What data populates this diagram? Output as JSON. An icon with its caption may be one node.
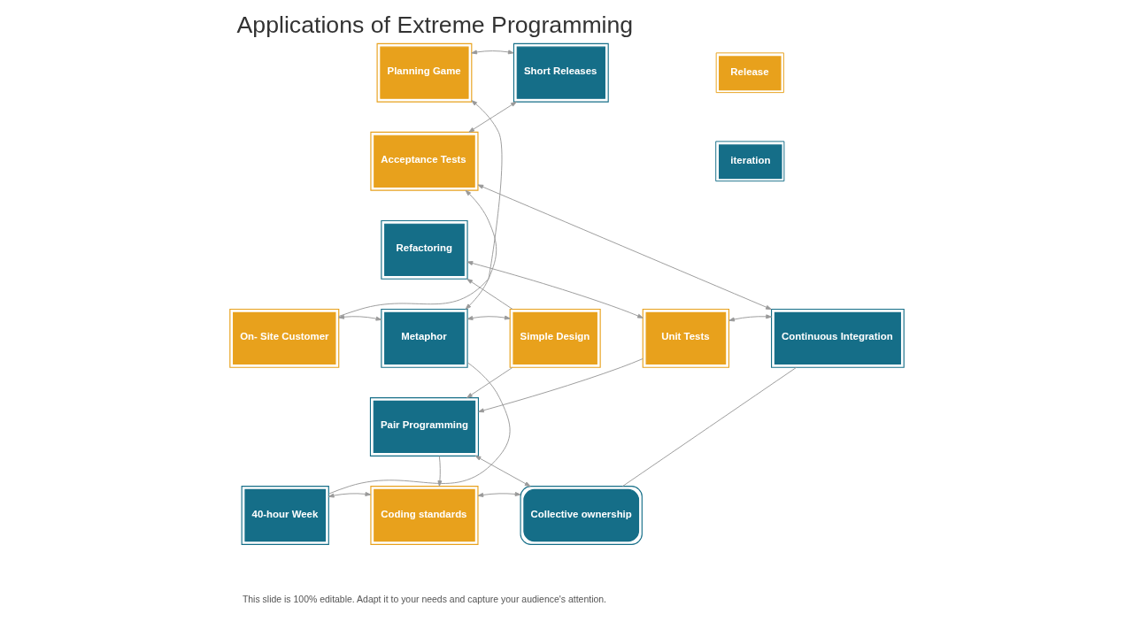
{
  "diagram": {
    "title": "Applications of Extreme Programming",
    "nodes": [
      {
        "text": [
          "Planning Game"
        ]
      },
      {
        "text": [
          "Short Releases"
        ]
      },
      {
        "text": [
          "Acceptance Tests"
        ]
      },
      {
        "text": [
          "Refactoring"
        ]
      },
      {
        "text": [
          "On- Site Customer"
        ]
      },
      {
        "text": [
          "Metaphor"
        ]
      },
      {
        "text": [
          "Simple Design"
        ]
      },
      {
        "text": [
          "Unit Tests"
        ]
      },
      {
        "text": [
          "Continuous Integration"
        ]
      },
      {
        "text": [
          "Pair Programming"
        ]
      },
      {
        "text": [
          "40-hour Week"
        ]
      },
      {
        "text": [
          "Coding standards"
        ]
      },
      {
        "text": [
          "Collective ownership"
        ]
      }
    ],
    "edges": [
      {
        "from": 4,
        "to": 0,
        "arrow": "to"
      },
      {
        "from": 0,
        "to": 1,
        "arrow": "both"
      },
      {
        "from": 1,
        "to": 2,
        "arrow": "both"
      },
      {
        "from": 5,
        "to": 2,
        "arrow": "both"
      },
      {
        "from": 2,
        "to": 8,
        "arrow": "both"
      },
      {
        "from": 6,
        "to": 3,
        "arrow": "to"
      },
      {
        "from": 3,
        "to": 7,
        "arrow": "both"
      },
      {
        "from": 4,
        "to": 5,
        "arrow": "both"
      },
      {
        "from": 5,
        "to": 6,
        "arrow": "both"
      },
      {
        "from": 7,
        "to": 8,
        "arrow": "both"
      },
      {
        "from": 6,
        "to": 9,
        "arrow": "to"
      },
      {
        "from": 7,
        "to": 9,
        "arrow": "to"
      },
      {
        "from": 5,
        "to": 10,
        "arrow": "none"
      },
      {
        "from": 10,
        "to": 11,
        "arrow": "both"
      },
      {
        "from": 9,
        "to": 11,
        "arrow": "to"
      },
      {
        "from": 12,
        "to": 9,
        "arrow": "both"
      },
      {
        "from": 11,
        "to": 12,
        "arrow": "both"
      },
      {
        "from": 8,
        "to": 12,
        "arrow": "none"
      }
    ],
    "labels": [
      "This slide is 100% editable. Adapt it to your needs and capture your audience's attention."
    ],
    "legend": [
      {
        "text": "Release",
        "color": "#e8a11c"
      },
      {
        "text": "iteration",
        "color": "#156e88"
      }
    ]
  }
}
